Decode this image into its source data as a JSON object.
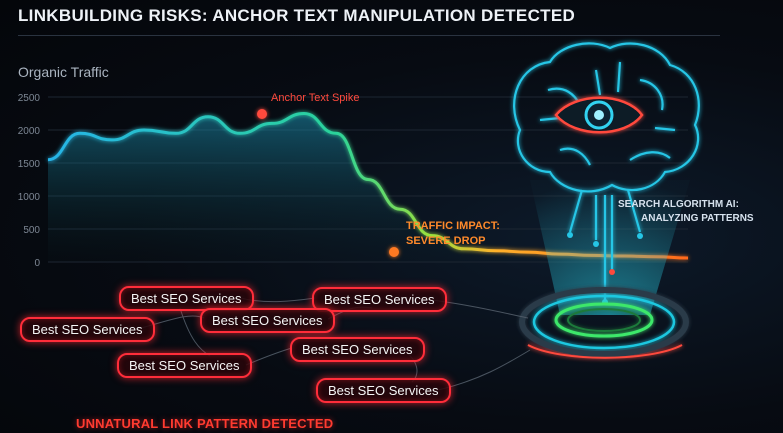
{
  "title": "LINKBUILDING RISKS: ANCHOR TEXT MANIPULATION DETECTED",
  "chart_data": {
    "type": "line",
    "title": "Organic Traffic",
    "y_ticks": [
      "2500",
      "2000",
      "1500",
      "1000",
      "500",
      "0"
    ],
    "ylim": [
      0,
      2500
    ],
    "x": [
      0,
      1,
      2,
      3,
      4,
      5,
      6,
      7,
      8,
      9,
      10,
      11,
      12,
      13,
      14,
      15,
      16,
      17,
      18,
      19,
      20
    ],
    "values": [
      1550,
      1950,
      1850,
      2000,
      1950,
      2200,
      1950,
      2100,
      2250,
      1950,
      1250,
      800,
      400,
      200,
      170,
      150,
      120,
      100,
      90,
      80,
      60
    ],
    "grid": true,
    "annotations": {
      "spike": "Anchor Text Spike",
      "impact_line1": "TRAFFIC IMPACT:",
      "impact_line2": "SEVERE DROP"
    }
  },
  "ai": {
    "line1": "SEARCH ALGORITHM AI:",
    "line2": "ANALYZING PATTERNS"
  },
  "links": [
    "Best SEO Services",
    "Best SEO Services",
    "Best SEO Services",
    "Best SEO Services",
    "Best SEO Services",
    "Best SEO Services",
    "Best SEO Services"
  ],
  "footer": "UNNATURAL LINK PATTERN DETECTED",
  "colors": {
    "danger": "#ff2d3a",
    "warning": "#ff8a2b",
    "ai_cyan": "#1fc8e0",
    "ring_green": "#3ee86a"
  }
}
